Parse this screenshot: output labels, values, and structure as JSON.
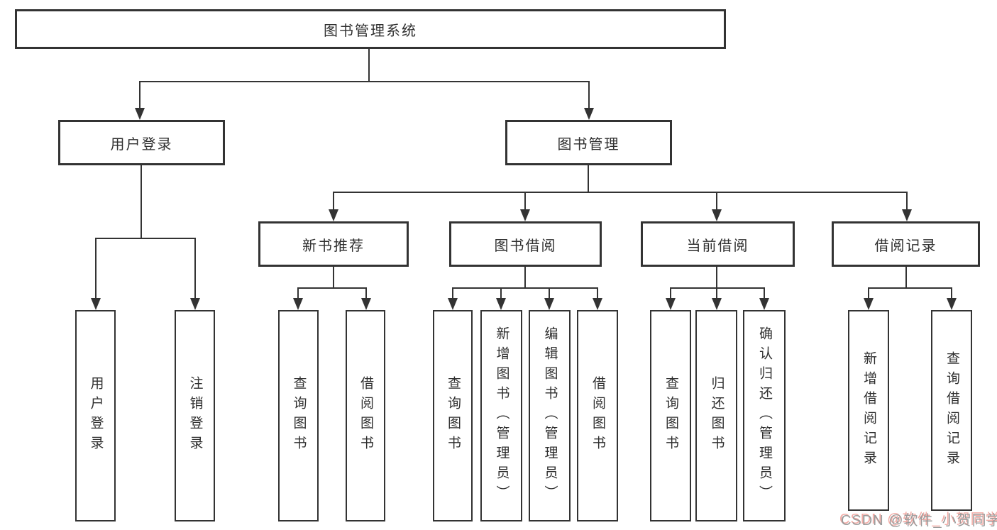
{
  "root": {
    "label": "图书管理系统"
  },
  "branches": [
    {
      "label": "用户登录",
      "children": [
        {
          "label": "用户登录"
        },
        {
          "label": "注销登录"
        }
      ]
    },
    {
      "label": "图书管理",
      "children": [
        {
          "label": "新书推荐",
          "children": [
            {
              "label": "查询图书"
            },
            {
              "label": "借阅图书"
            }
          ]
        },
        {
          "label": "图书借阅",
          "children": [
            {
              "label": "查询图书"
            },
            {
              "label": "新增图书（管理员）"
            },
            {
              "label": "编辑图书（管理员）"
            },
            {
              "label": "借阅图书"
            }
          ]
        },
        {
          "label": "当前借阅",
          "children": [
            {
              "label": "查询图书"
            },
            {
              "label": "归还图书"
            },
            {
              "label": "确认归还（管理员）"
            }
          ]
        },
        {
          "label": "借阅记录",
          "children": [
            {
              "label": "新增借阅记录"
            },
            {
              "label": "查询借阅记录"
            }
          ]
        }
      ]
    }
  ],
  "watermark": {
    "text": "CSDN @软件_小贺同学"
  },
  "colors": {
    "line": "#333333",
    "background": "#ffffff",
    "text": "#2f2f2f",
    "watermark_gray": "#9a9a9a",
    "watermark_pink": "#f2aaa4"
  }
}
